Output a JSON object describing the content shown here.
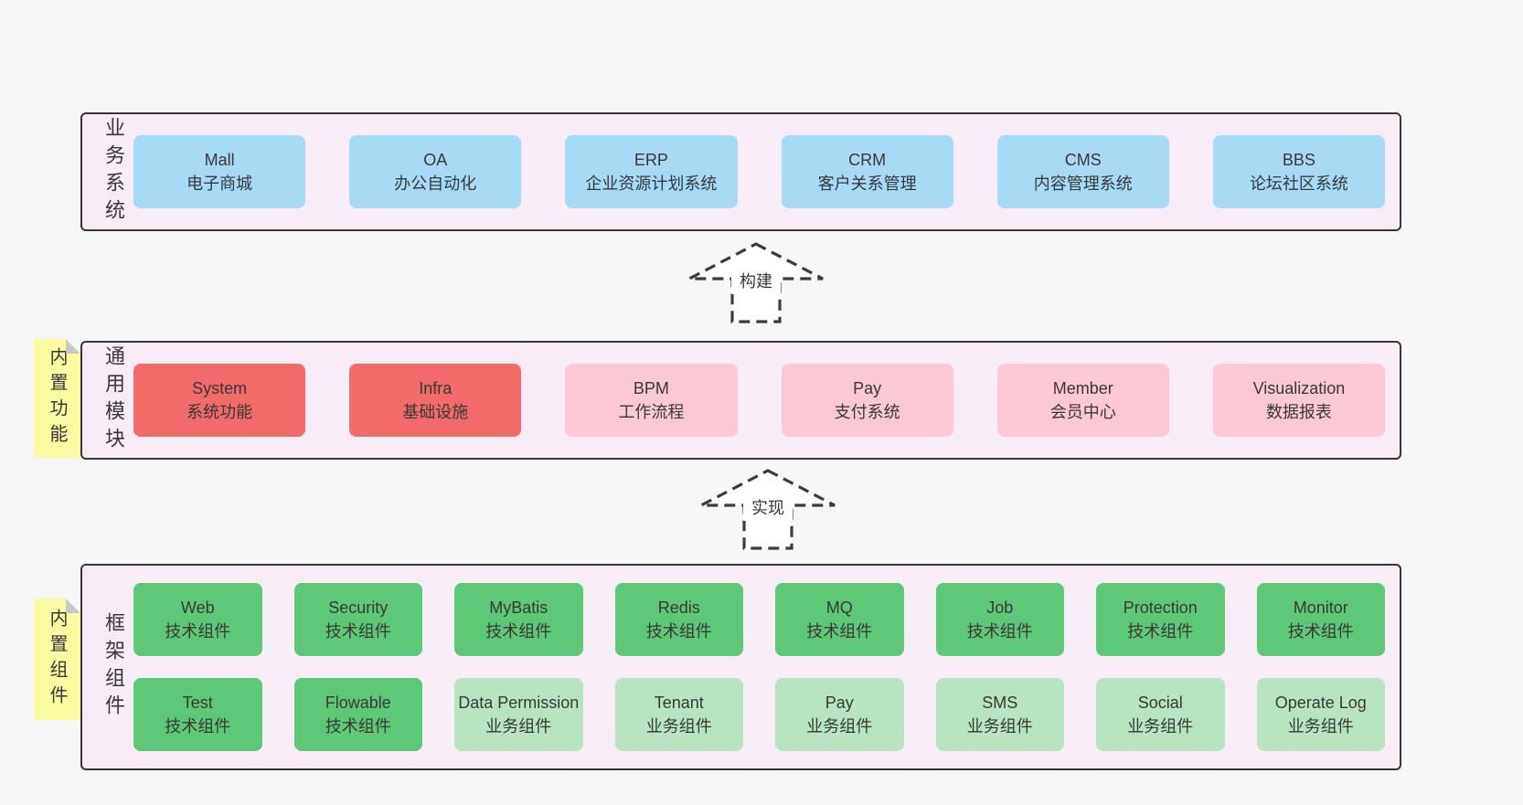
{
  "layers": {
    "business": {
      "label": "业务系统",
      "boxes": [
        {
          "title": "Mall",
          "subtitle": "电子商城"
        },
        {
          "title": "OA",
          "subtitle": "办公自动化"
        },
        {
          "title": "ERP",
          "subtitle": "企业资源计划系统"
        },
        {
          "title": "CRM",
          "subtitle": "客户关系管理"
        },
        {
          "title": "CMS",
          "subtitle": "内容管理系统"
        },
        {
          "title": "BBS",
          "subtitle": "论坛社区系统"
        }
      ]
    },
    "modules": {
      "label": "通用模块",
      "note": "内置功能",
      "boxes": [
        {
          "title": "System",
          "subtitle": "系统功能"
        },
        {
          "title": "Infra",
          "subtitle": "基础设施"
        },
        {
          "title": "BPM",
          "subtitle": "工作流程"
        },
        {
          "title": "Pay",
          "subtitle": "支付系统"
        },
        {
          "title": "Member",
          "subtitle": "会员中心"
        },
        {
          "title": "Visualization",
          "subtitle": "数据报表"
        }
      ]
    },
    "components": {
      "label": "框架组件",
      "note": "内置组件",
      "row1": [
        {
          "title": "Web",
          "subtitle": "技术组件"
        },
        {
          "title": "Security",
          "subtitle": "技术组件"
        },
        {
          "title": "MyBatis",
          "subtitle": "技术组件"
        },
        {
          "title": "Redis",
          "subtitle": "技术组件"
        },
        {
          "title": "MQ",
          "subtitle": "技术组件"
        },
        {
          "title": "Job",
          "subtitle": "技术组件"
        },
        {
          "title": "Protection",
          "subtitle": "技术组件"
        },
        {
          "title": "Monitor",
          "subtitle": "技术组件"
        }
      ],
      "row2": [
        {
          "title": "Test",
          "subtitle": "技术组件"
        },
        {
          "title": "Flowable",
          "subtitle": "技术组件"
        },
        {
          "title": "Data Permission",
          "subtitle": "业务组件"
        },
        {
          "title": "Tenant",
          "subtitle": "业务组件"
        },
        {
          "title": "Pay",
          "subtitle": "业务组件"
        },
        {
          "title": "SMS",
          "subtitle": "业务组件"
        },
        {
          "title": "Social",
          "subtitle": "业务组件"
        },
        {
          "title": "Operate Log",
          "subtitle": "业务组件"
        }
      ]
    }
  },
  "arrows": {
    "build": "构建",
    "implement": "实现"
  },
  "colors": {
    "background": "#f7f7f7",
    "container_fill": "#f8edf7",
    "container_border": "#363636",
    "business_box": "#a7daf4",
    "core_module_box": "#f16b6b",
    "optional_module_box": "#fbc9d3",
    "tech_component_box": "#5dc877",
    "biz_component_box": "#b9e4c2",
    "note_fill": "#fbfba2",
    "note_fold": "#c8c8c8",
    "text": "#383838"
  }
}
